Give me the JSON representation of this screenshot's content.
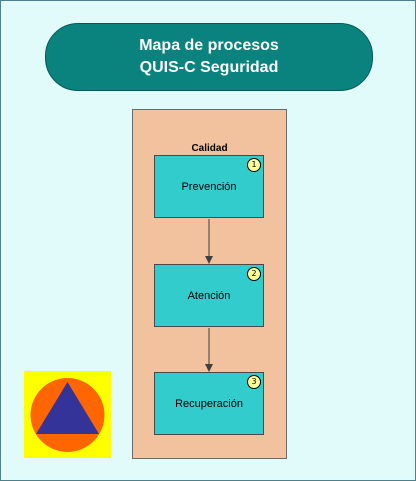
{
  "title": {
    "line1": "Mapa de procesos",
    "line2": "QUIS-C Seguridad"
  },
  "lane": {
    "label": "Calidad"
  },
  "processes": [
    {
      "label": "Prevención",
      "number": "1"
    },
    {
      "label": "Atención",
      "number": "2"
    },
    {
      "label": "Recuperación",
      "number": "3"
    }
  ],
  "colors": {
    "background": "#e1fbfb",
    "title_fill": "#0a837f",
    "lane_fill": "#f2c19d",
    "process_fill": "#33cccc",
    "badge_fill": "#ffff99",
    "logo_background": "#ffff00",
    "logo_circle": "#ff6600",
    "logo_triangle": "#333399"
  },
  "logo": {
    "icon": "civil-protection-icon"
  }
}
